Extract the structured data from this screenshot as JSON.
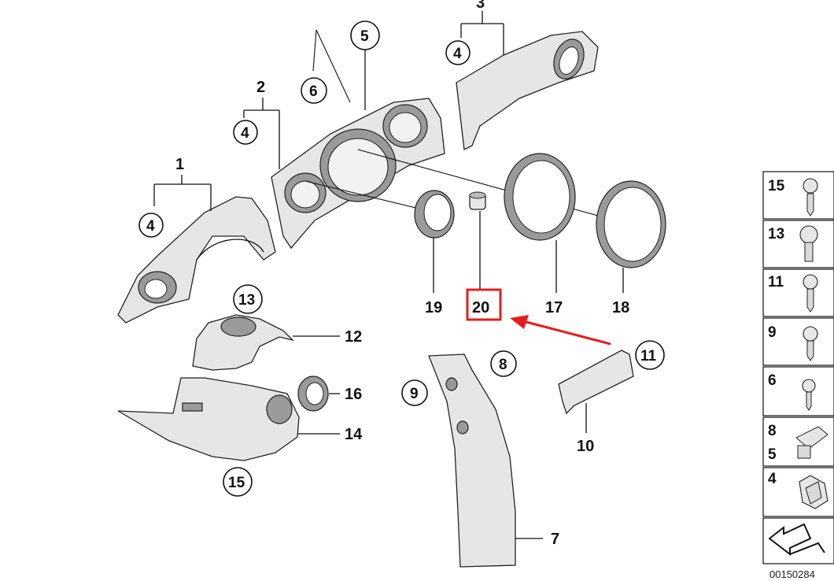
{
  "diagram": {
    "callouts": {
      "c1": "1",
      "c2": "2",
      "c3": "3",
      "c4a": "4",
      "c4b": "4",
      "c4c": "4",
      "c5": "5",
      "c6": "6",
      "c7": "7",
      "c8": "8",
      "c9": "9",
      "c10": "10",
      "c11": "11",
      "c12": "12",
      "c13": "13",
      "c14": "14",
      "c15": "15",
      "c16": "16",
      "c17": "17",
      "c18": "18",
      "c19": "19",
      "c20": "20"
    },
    "highlight_color": "#e41e1e",
    "highlighted_part": "20"
  },
  "legend": {
    "items": [
      "15",
      "13",
      "11",
      "9",
      "6",
      "8",
      "5",
      "4"
    ]
  },
  "footer": {
    "code": "00150284"
  }
}
